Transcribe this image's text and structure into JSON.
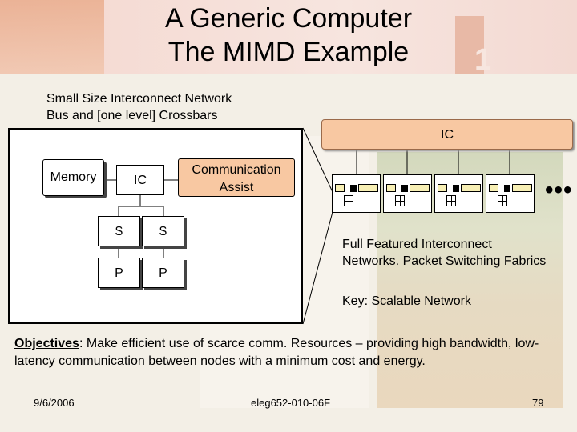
{
  "slide": {
    "title_line1": "A Generic Computer",
    "title_line2": "The MIMD Example",
    "subtitle_line1": "Small Size Interconnect Network",
    "subtitle_line2": "Bus and [one level] Crossbars"
  },
  "node_diagram": {
    "memory_label": "Memory",
    "ic_label": "IC",
    "comm_assist_line1": "Communication",
    "comm_assist_line2": "Assist",
    "cache_labels": [
      "$",
      "$"
    ],
    "processor_labels": [
      "P",
      "P"
    ]
  },
  "network": {
    "ic_label": "IC",
    "node_count": 4,
    "ellipsis": "•••",
    "full_featured_line1": "Full Featured Interconnect",
    "full_featured_line2": "Networks. Packet Switching Fabrics",
    "key_text": "Key: Scalable Network"
  },
  "objectives": {
    "label": "Objectives",
    "text": ":  Make efficient use of scarce comm. Resources – providing high bandwidth, low-latency communication between nodes with a minimum cost and energy."
  },
  "footer": {
    "date": "9/6/2006",
    "course": "eleg652-010-06F",
    "page_number": "79"
  }
}
